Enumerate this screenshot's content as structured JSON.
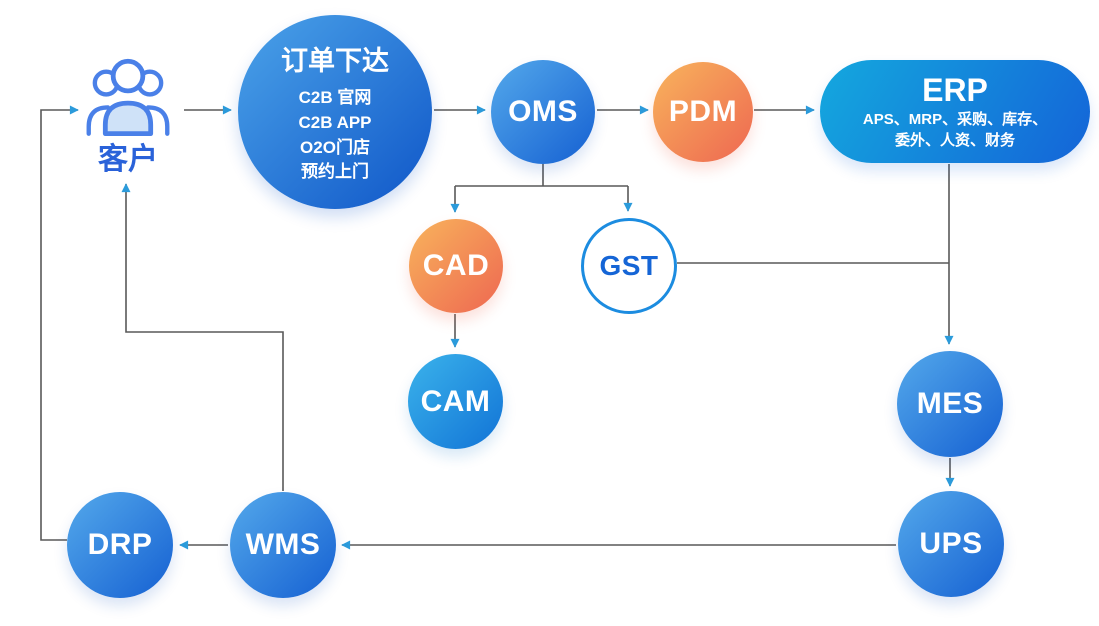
{
  "colors": {
    "blue_light": "#54A9EB",
    "blue_dark": "#1560D2",
    "cyan_light": "#3BB3EB",
    "cyan_dark": "#1173D6",
    "orange_light": "#F8B45C",
    "orange_dark": "#EE6751",
    "erp_left": "#14A8DE",
    "erp_right": "#1464D8",
    "order_light": "#4BA3E9",
    "order_dark": "#0F56C8",
    "line": "#595959",
    "arrow": "#2B9BDB",
    "label_blue": "#2A62D9",
    "gst_border": "#1C8CE0",
    "gst_text": "#1565D6",
    "icon_stroke": "#4A80E8",
    "icon_fill": "#CFE2F8"
  },
  "nodes": {
    "customer": {
      "label": "客户"
    },
    "order": {
      "title": "订单下达",
      "lines": [
        "C2B 官网",
        "C2B APP",
        "O2O门店",
        "预约上门"
      ]
    },
    "oms": {
      "label": "OMS"
    },
    "pdm": {
      "label": "PDM"
    },
    "erp": {
      "title": "ERP",
      "sub_line1": "APS、MRP、采购、库存、",
      "sub_line2": "委外、人资、财务"
    },
    "cad": {
      "label": "CAD"
    },
    "gst": {
      "label": "GST"
    },
    "cam": {
      "label": "CAM"
    },
    "mes": {
      "label": "MES"
    },
    "ups": {
      "label": "UPS"
    },
    "wms": {
      "label": "WMS"
    },
    "drp": {
      "label": "DRP"
    }
  },
  "edges": [
    {
      "from": "drp",
      "to": "customer"
    },
    {
      "from": "customer",
      "to": "order"
    },
    {
      "from": "order",
      "to": "oms"
    },
    {
      "from": "oms",
      "to": "pdm"
    },
    {
      "from": "pdm",
      "to": "erp"
    },
    {
      "from": "oms",
      "to": "cad"
    },
    {
      "from": "oms",
      "to": "gst"
    },
    {
      "from": "cad",
      "to": "cam"
    },
    {
      "from": "gst",
      "to": "mes"
    },
    {
      "from": "erp",
      "to": "mes"
    },
    {
      "from": "mes",
      "to": "ups"
    },
    {
      "from": "ups",
      "to": "wms"
    },
    {
      "from": "wms",
      "to": "drp"
    },
    {
      "from": "wms",
      "to": "customer"
    }
  ]
}
